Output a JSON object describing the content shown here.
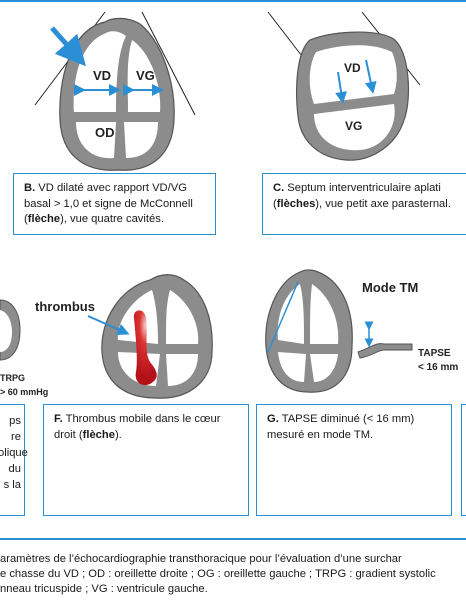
{
  "panel_b": {
    "labels": {
      "vd": "VD",
      "vg": "VG",
      "od": "OD"
    },
    "caption": {
      "letter": "B.",
      "text1": " VD dilaté avec rapport VD/VG basal > 1,0 et signe de McConnell (",
      "bold": "flèche",
      "text2": "), vue quatre cavités."
    }
  },
  "panel_c": {
    "labels": {
      "vd": "VD",
      "vg": "VG"
    },
    "caption": {
      "letter": "C.",
      "text1": " Septum interventriculaire aplati (",
      "bold": "flèches",
      "text2": "), vue petit axe parasternal."
    }
  },
  "panel_e": {
    "labels": {
      "trpg_line1": "TRPG",
      "trpg_line2": "> 60 mmHg"
    },
    "caption_lines": [
      "ps",
      "re",
      "olique",
      "du",
      "s la"
    ]
  },
  "panel_f": {
    "labels": {
      "thrombus": "thrombus"
    },
    "caption": {
      "letter": "F.",
      "text1": " Thrombus mobile dans le cœur droit (",
      "bold": "flèche",
      "text2": ")."
    }
  },
  "panel_g": {
    "labels": {
      "mode": "Mode TM",
      "tapse1": "TAPSE",
      "tapse2": "< 16 mm"
    },
    "caption": {
      "letter": "G.",
      "text1": " TAPSE diminué (< 16 mm) mesuré en mode TM."
    }
  },
  "figure_caption": {
    "line1": "aramètres de l’échocardiographie transthoracique pour l’évaluation d’une surchar",
    "line2": "e chasse du VD ; OD : oreillette droite ; OG : oreillette gauche ; TRPG : gradient systolic",
    "line3": "nneau tricuspide ; VG : ventricule gauche."
  },
  "colors": {
    "accent_blue": "#2b8fd6",
    "heart_gray": "#8c8c8c",
    "thrombus_red": "#c8171e"
  }
}
